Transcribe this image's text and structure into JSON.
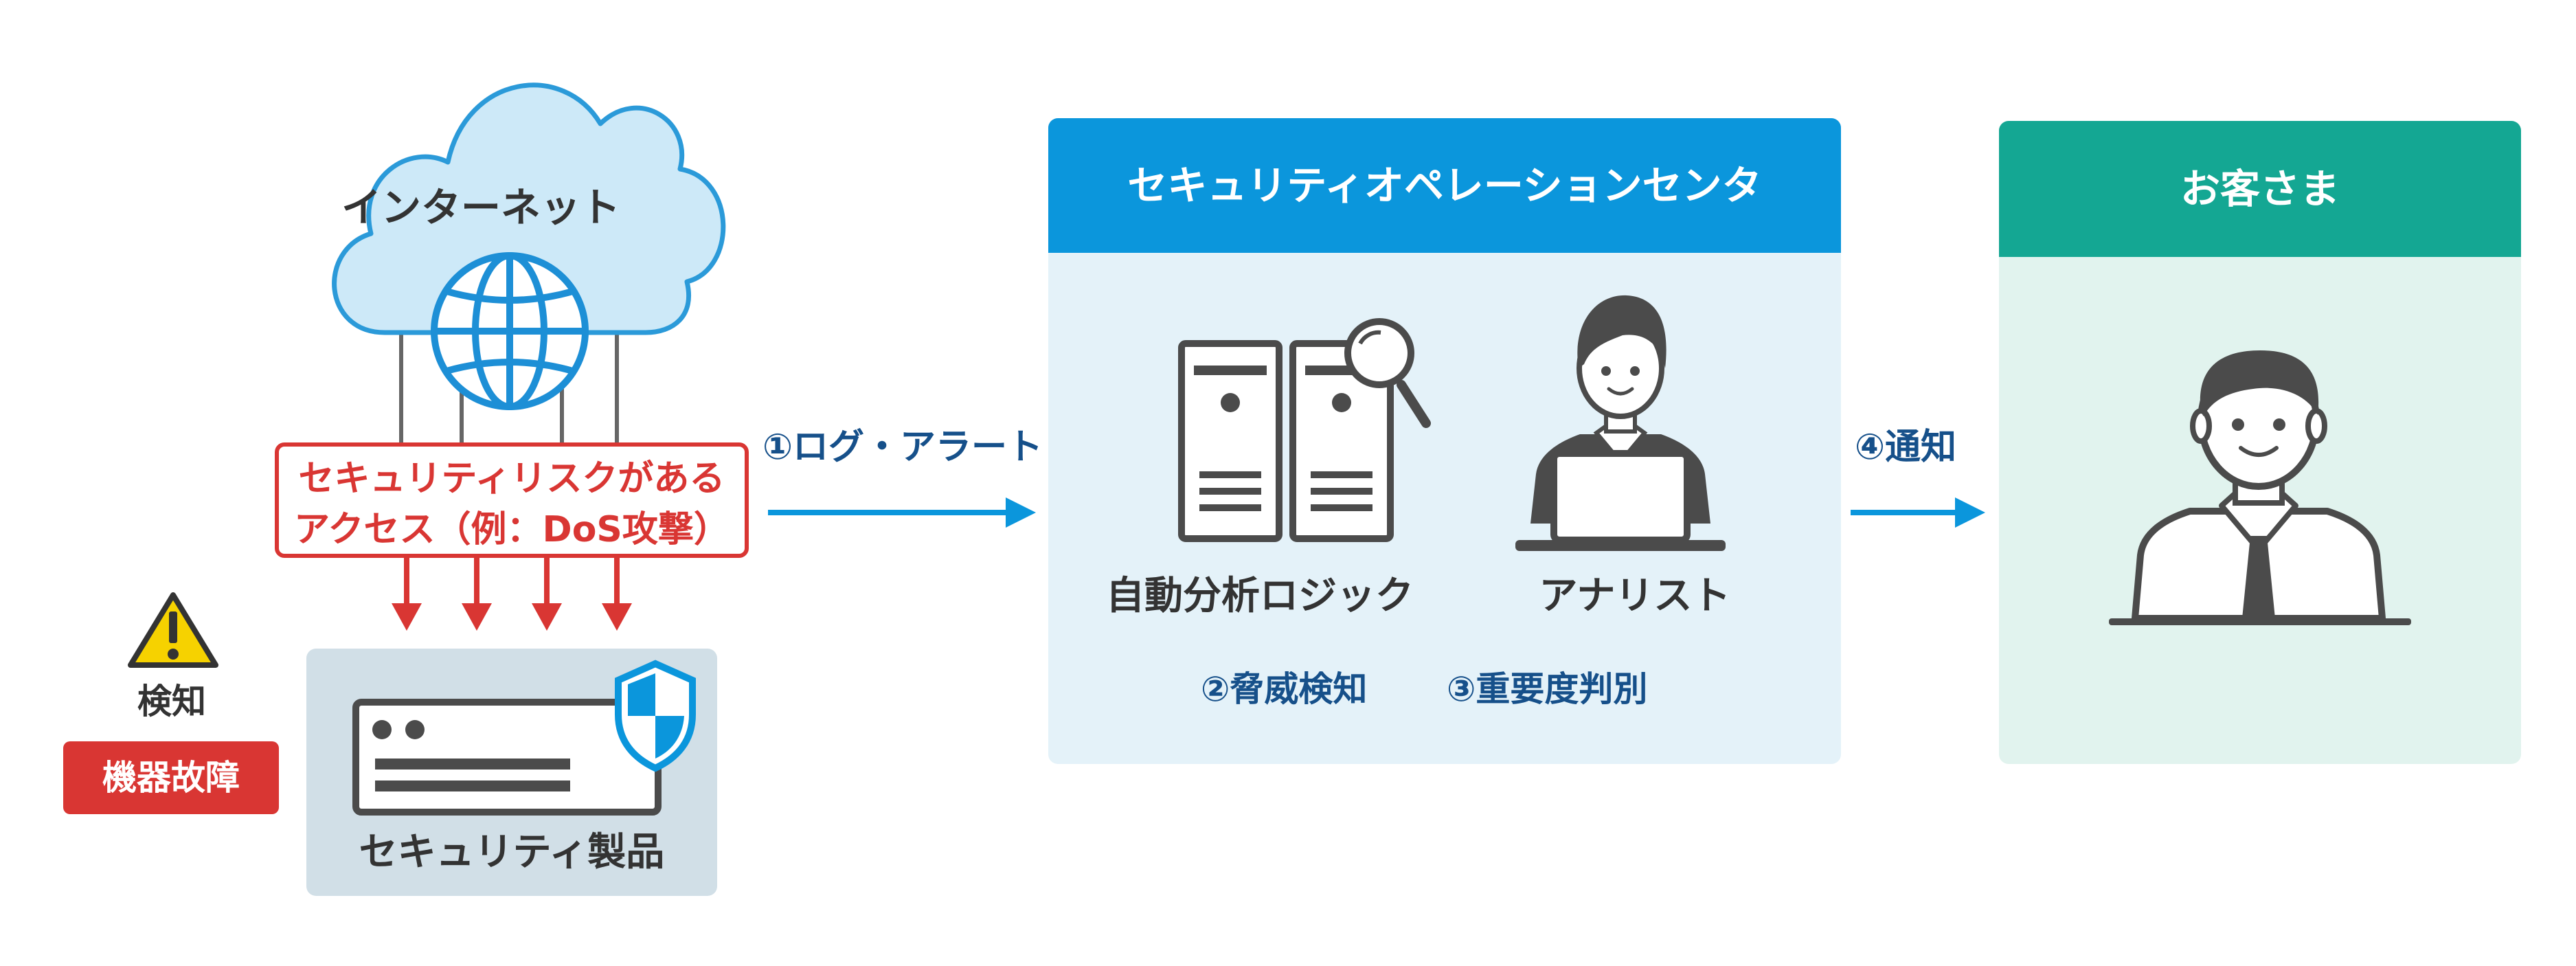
{
  "internet": {
    "label": "インターネット"
  },
  "risk_box": {
    "lines": [
      "セキュリティリスクがある",
      "アクセス（例：DoS攻撃）"
    ]
  },
  "product": {
    "label": "セキュリティ製品"
  },
  "detection": {
    "label": "検知",
    "failure": "機器故障"
  },
  "arrows": {
    "log_alert": "①ログ・アラート",
    "notify": "④通知"
  },
  "soc": {
    "title": "セキュリティオペレーションセンタ",
    "logic_label": "自動分析ロジック",
    "analyst_label": "アナリスト",
    "threat": "②脅威検知",
    "severity": "③重要度判別"
  },
  "customer": {
    "title": "お客さま"
  },
  "colors": {
    "alert_red": "#d93633",
    "soc_blue": "#0b96dc",
    "customer_teal": "#14a793",
    "arrow_blue": "#0b96dc",
    "text_dark": "#333333",
    "label_navy": "#16508a"
  }
}
